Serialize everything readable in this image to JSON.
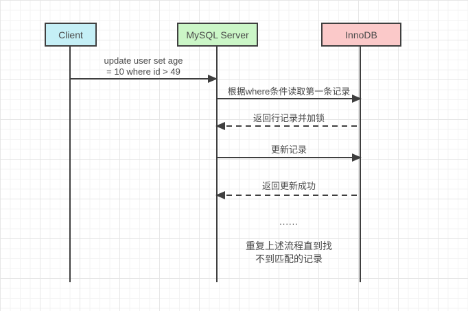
{
  "canvas": {
    "background_color": "#ffffff",
    "grid_minor_color": "#f3f3f3",
    "grid_major_color": "#e6e6e6",
    "line_color": "#3f3f3f",
    "text_color": "#4a4a4a"
  },
  "actors": [
    {
      "label": "Client",
      "fill": "#c5eff6",
      "border": "#3f3f3f"
    },
    {
      "label": "MySQL Server",
      "fill": "#cbf6c7",
      "border": "#3f3f3f"
    },
    {
      "label": "InnoDB",
      "fill": "#fbc9c9",
      "border": "#3f3f3f"
    }
  ],
  "messages": [
    {
      "from": "Client",
      "to": "MySQL Server",
      "style": "solid",
      "direction": "right",
      "label_line1": "update user set age",
      "label_line2": "= 10 where id > 49"
    },
    {
      "from": "MySQL Server",
      "to": "InnoDB",
      "style": "solid",
      "direction": "right",
      "label": "根据where条件读取第一条记录"
    },
    {
      "from": "InnoDB",
      "to": "MySQL Server",
      "style": "dashed",
      "direction": "left",
      "label": "返回行记录并加锁"
    },
    {
      "from": "MySQL Server",
      "to": "InnoDB",
      "style": "solid",
      "direction": "right",
      "label": "更新记录"
    },
    {
      "from": "InnoDB",
      "to": "MySQL Server",
      "style": "dashed",
      "direction": "left",
      "label": "返回更新成功"
    }
  ],
  "annotations": {
    "ellipsis": "......",
    "note_line1": "重复上述流程直到找",
    "note_line2": "不到匹配的记录"
  }
}
